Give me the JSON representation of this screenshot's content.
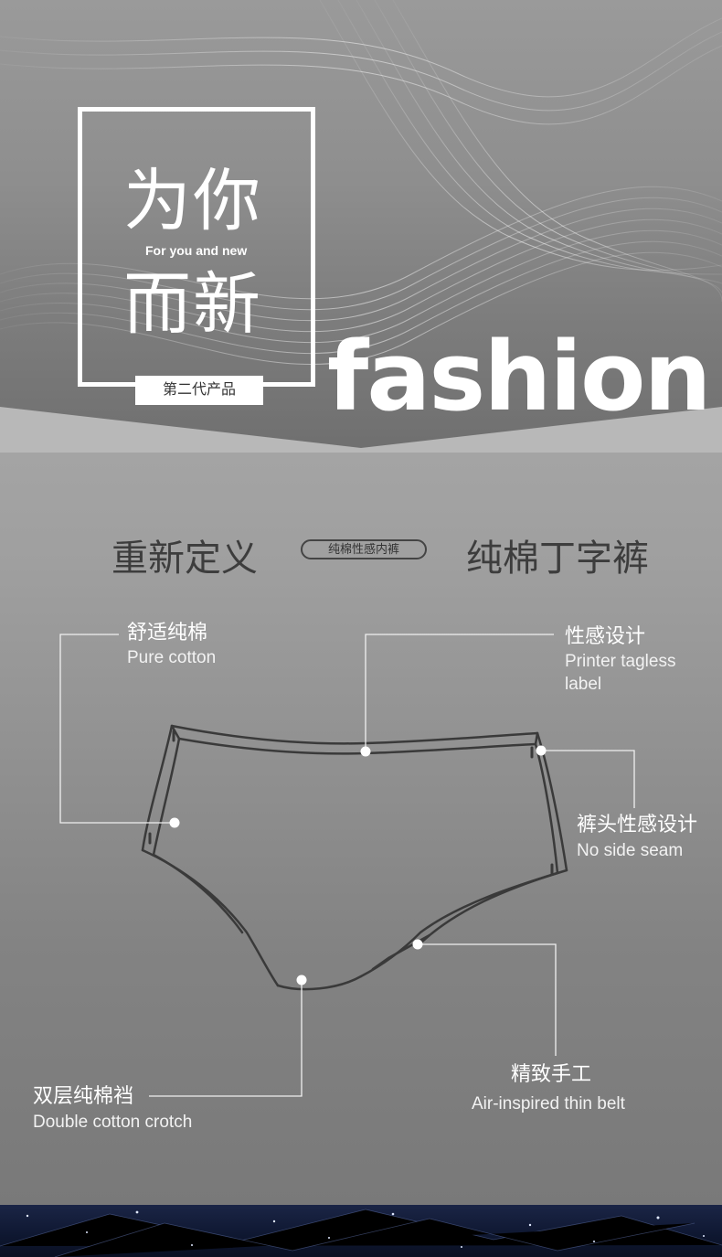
{
  "hero": {
    "title_line1": "为你",
    "subtitle_en": "For you and new",
    "title_line2": "而新",
    "generation_badge": "第二代产品",
    "big_word": "fashion"
  },
  "headline": {
    "left": "重新定义",
    "pill": "纯棉性感内裤",
    "right": "纯棉丁字裤"
  },
  "features": [
    {
      "cn": "舒适纯棉",
      "en": "Pure cotton"
    },
    {
      "cn": "性感设计",
      "en_line1": "Printer tagless",
      "en_line2": "label"
    },
    {
      "cn": "裤头性感设计",
      "en": "No side seam"
    },
    {
      "cn": "精致手工",
      "en": "Air-inspired thin belt"
    },
    {
      "cn": "双层纯棉裆",
      "en": "Double cotton crotch"
    }
  ],
  "colors": {
    "hero_bg": "#8e8e8e",
    "body_bg_top": "#b8b8b8",
    "body_bg_bottom": "#777777",
    "text_white": "#ffffff",
    "headline_text": "#3d3d3d"
  }
}
